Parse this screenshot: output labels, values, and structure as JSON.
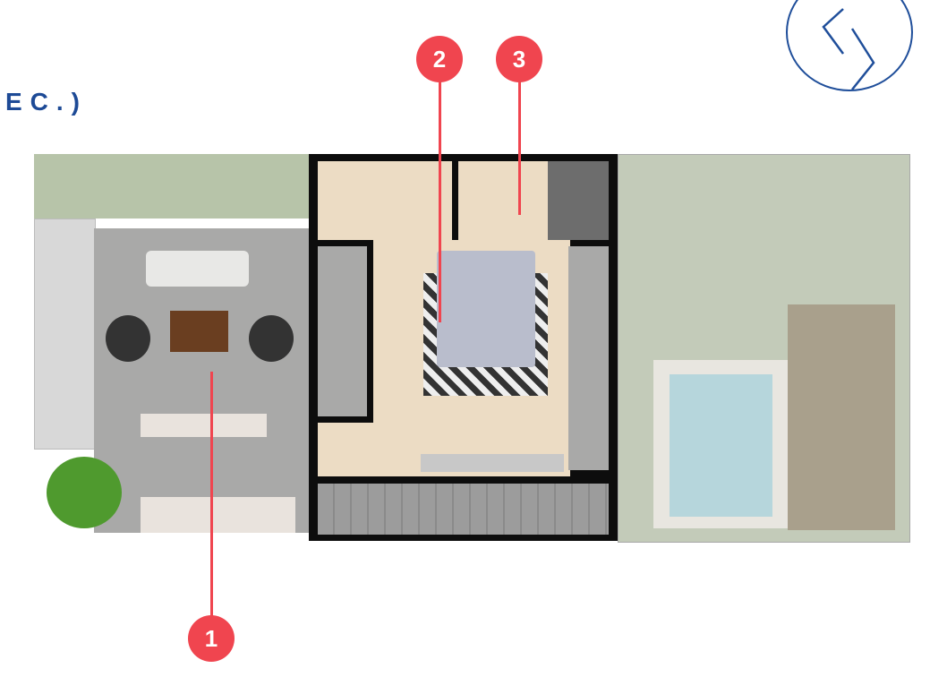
{
  "heading_fragment": "EC.)",
  "markers": [
    {
      "label": "1",
      "room": "living-kitchen"
    },
    {
      "label": "2",
      "room": "bedroom"
    },
    {
      "label": "3",
      "room": "bathroom"
    }
  ],
  "colors": {
    "marker": "#f0454f",
    "brand": "#1f4e9a"
  }
}
